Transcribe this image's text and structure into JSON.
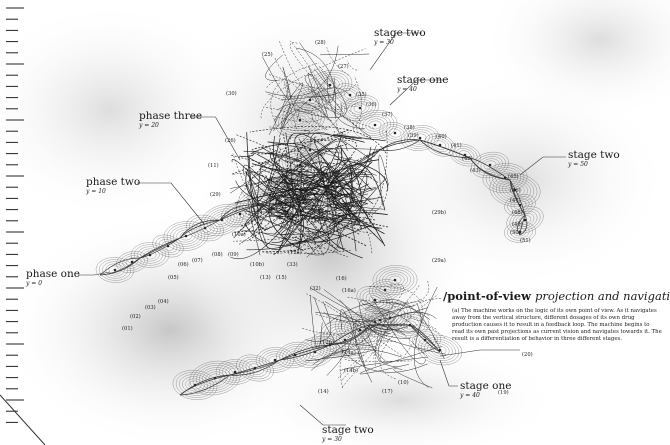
{
  "title": {
    "main": "/point-of-view",
    "italic": "projection and navigation"
  },
  "caption": "(a) The machine works on the logic of its own point of view. As it navigates away from the vertical structure, different dosages of its own drug production causes it to result in a feedback loop. The machine begins to read its own past projections as current vision and navigates towards it. The result is a differentiation of behavior in three different stages.",
  "labels": {
    "phase_one": {
      "text": "phase one",
      "sub": "y = 0"
    },
    "phase_two": {
      "text": "phase two",
      "sub": "y = 10"
    },
    "phase_three": {
      "text": "phase three",
      "sub": "y = 20"
    },
    "stage_two_top": {
      "text": "stage two",
      "sub": "y = 30"
    },
    "stage_one_top": {
      "text": "stage one",
      "sub": "y = 40"
    },
    "stage_two_right": {
      "text": "stage two",
      "sub": "y = 50"
    },
    "stage_two_bottom": {
      "text": "stage two",
      "sub": "y = 30"
    },
    "stage_one_bottom": {
      "text": "stage one",
      "sub": "y = 40"
    }
  },
  "markers": [
    "(01)",
    "(02)",
    "(03)",
    "(04)",
    "(05)",
    "(06)",
    "(07)",
    "(08)",
    "(09)",
    "(10)",
    "(10a)",
    "(10b)",
    "(11)",
    "(12)",
    "(12a)",
    "(12b)",
    "(13)",
    "(14)",
    "(14a)",
    "(14b)",
    "(15)",
    "(16)",
    "(16a)",
    "(17)",
    "(19)",
    "(20)",
    "(25)",
    "(26)",
    "(27)",
    "(28)",
    "(29)",
    "(29a)",
    "(29b)",
    "(30)",
    "(32)",
    "(33)",
    "(35)",
    "(36)",
    "(37)",
    "(38)",
    "(39)",
    "(40)",
    "(41)",
    "(42)",
    "(43)",
    "(45)",
    "(46)",
    "(47)",
    "(48)",
    "(49)",
    "(50)",
    "(51)"
  ]
}
